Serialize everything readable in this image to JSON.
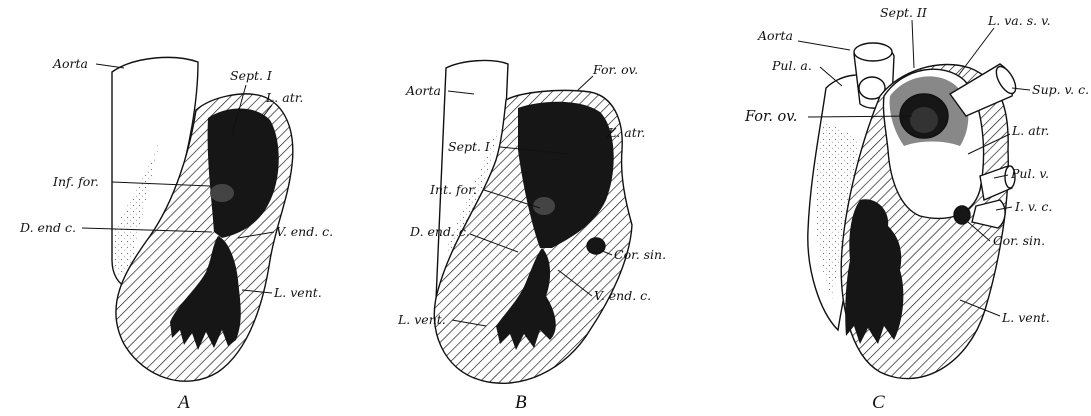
{
  "figure": {
    "panels": [
      {
        "caption": "A",
        "labels": {
          "aorta": "Aorta",
          "sept": "Sept. I",
          "latr": "L. atr.",
          "inffor": "Inf. for.",
          "dendc": "D. end c.",
          "vendc": "V. end. c.",
          "lvent": "L. vent."
        }
      },
      {
        "caption": "B",
        "labels": {
          "aorta": "Aorta",
          "forov": "For. ov.",
          "sept": "Sept. I",
          "latr": "L. atr.",
          "inffor": "Int. for.",
          "dendc": "D. end. c.",
          "corsin": "Cor. sin.",
          "vendc": "V. end. c.",
          "lvent": "L. vent."
        }
      },
      {
        "caption": "C",
        "labels": {
          "sept": "Sept. II",
          "lvasv": "L. va. s. v.",
          "aorta": "Aorta",
          "pula": "Pul. a.",
          "supvc": "Sup. v. c.",
          "forov": "For. ov.",
          "latr": "L. atr.",
          "pulv": "Pul. v.",
          "ivc": "I. v. c.",
          "corsin": "Cor. sin.",
          "lvent": "L. vent."
        }
      }
    ]
  },
  "colors": {
    "ink": "#111111",
    "cavity": "#161616",
    "paper": "#ffffff"
  }
}
